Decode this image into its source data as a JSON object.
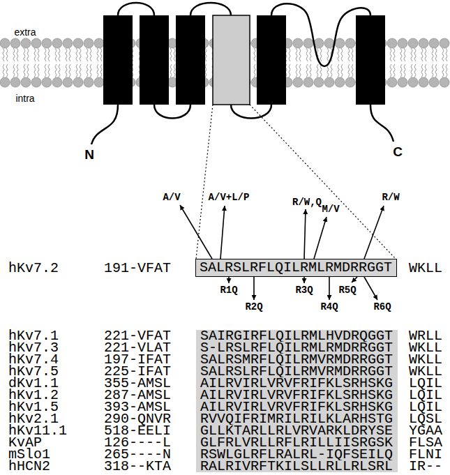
{
  "diagram": {
    "nodes": [
      {
        "text": [
          "SALRSLRFLQILRMLRMDRRGGT"
        ]
      },
      {
        "text": [
          "SAIRGIRFLQILRMLHVDRQGGT"
        ]
      },
      {
        "text": [
          "S-LRSLRFLQILRMLRMDRRGGT"
        ]
      },
      {
        "text": [
          "SALRSMRFLQILRMVRMDRRGGT"
        ]
      },
      {
        "text": [
          "SALRSLRFLQILRMVRMDRRGGT"
        ]
      },
      {
        "text": [
          "AILRVIRLVRVFRIFKLSRHSKG"
        ]
      },
      {
        "text": [
          "AILRVIRLVRVFRIFKLSRHSKG"
        ]
      },
      {
        "text": [
          "AILRVIRLVRVFRIFKLSRHSKG"
        ]
      },
      {
        "text": [
          "RVVQIFRIMRILRILKLARHSTG"
        ]
      },
      {
        "text": [
          "GLLKTARLLRLVRVARKLDRYSE"
        ]
      },
      {
        "text": [
          "GLFRLVRLLRFLRILLIISRGSK"
        ]
      },
      {
        "text": [
          "RSWLGLRFLRALRL-IQFSEILQ"
        ]
      },
      {
        "text": [
          "RALRIVRFTKILSLLRLLRLSRL"
        ]
      }
    ],
    "labels": [
      "extra",
      "intra",
      "N",
      "C",
      "A/V",
      "A/V+L/P",
      "R/W,Q",
      "M/V",
      "R/W",
      "hKv7.2",
      "191-VFAT",
      "WKLL",
      "R1Q",
      "R2Q",
      "R3Q",
      "R4Q",
      "R5Q",
      "R6Q",
      "hKv7.1",
      "221-VFAT",
      "WRLL",
      "hKv7.3",
      "221-VLAT",
      "WKLL",
      "hKv7.4",
      "197-IFAT",
      "WKLL",
      "hKv7.5",
      "225-IFAT",
      "WKLL",
      "dKv1.1",
      "355-AMSL",
      "LQIL",
      "hKv1.2",
      "287-AMSL",
      "LQIL",
      "hKv1.5",
      "393-AMSL",
      "LQIL",
      "hKv2.1",
      "290-QNVR",
      "LQSL",
      "hKv11.1",
      "518-EELI",
      "YGAA",
      "KvAP",
      "126----L",
      "FLSA",
      "mSlo1",
      "265----N",
      "FLNI",
      "hHCN2",
      "318--KTA",
      "IR--"
    ]
  }
}
